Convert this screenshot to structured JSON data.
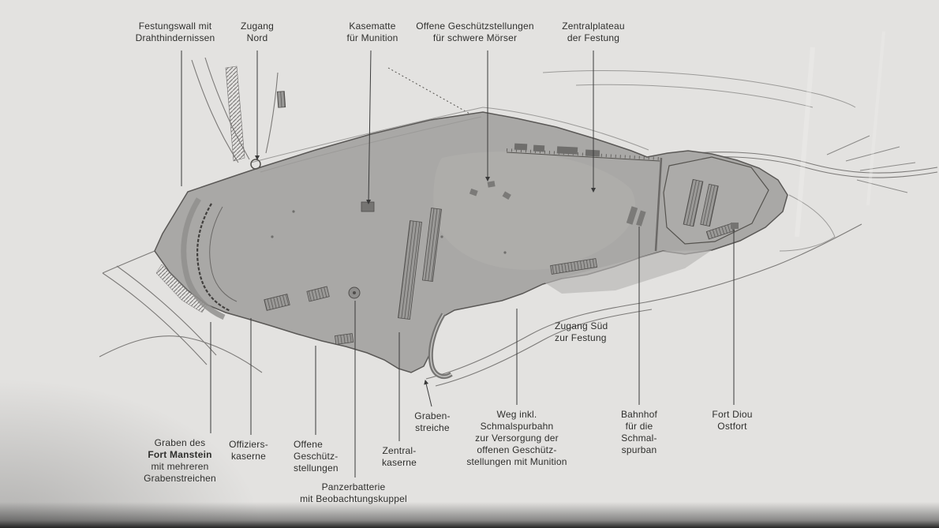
{
  "colors": {
    "paper": "#e3e2e0",
    "map-fill": "#a9a8a6",
    "map-stroke": "#5a5856",
    "label-text": "#2f2f2d",
    "leader": "#3a3a3a",
    "road": "#7c7a78",
    "moat": "#908f8d",
    "building-stripe": "#4f4d4b",
    "shadow": "#b7b6b4"
  },
  "labels": {
    "festungswall": {
      "lines": [
        "Festungswall mit",
        "Drahthindernissen"
      ]
    },
    "zugang_nord": {
      "lines": [
        "Zugang",
        "Nord"
      ]
    },
    "kasematte": {
      "lines": [
        "Kasematte",
        "für Munition"
      ]
    },
    "offene_moerser": {
      "lines": [
        "Offene Geschützstellungen",
        "für schwere Mörser"
      ]
    },
    "zentralplateau": {
      "lines": [
        "Zentralplateau",
        "der Festung"
      ]
    },
    "zugang_sued": {
      "lines": [
        "Zugang Süd",
        "zur Festung"
      ]
    },
    "graben": {
      "lines": [
        "Graben des",
        "Fort Manstein",
        "mit mehreren",
        "Grabenstreichen"
      ]
    },
    "offizierskaserne": {
      "lines": [
        "Offiziers-",
        "kaserne"
      ]
    },
    "offene_geschuetz": {
      "lines": [
        "Offene",
        "Geschütz-",
        "stellungen"
      ]
    },
    "panzerbatterie": {
      "lines": [
        "Panzerbatterie",
        "mit Beobachtungskuppel"
      ]
    },
    "zentralkaserne": {
      "lines": [
        "Zentral-",
        "kaserne"
      ]
    },
    "grabenstreiche": {
      "lines": [
        "Graben-",
        "streiche"
      ]
    },
    "weg": {
      "lines": [
        "Weg inkl.",
        "Schmalspurbahn",
        "zur Versorgung der",
        "offenen Geschütz-",
        "stellungen mit Munition"
      ]
    },
    "bahnhof": {
      "lines": [
        "Bahnhof",
        "für die",
        "Schmal-",
        "spurban"
      ]
    },
    "fort_diou": {
      "lines": [
        "Fort Diou",
        "Ostfort"
      ]
    }
  }
}
